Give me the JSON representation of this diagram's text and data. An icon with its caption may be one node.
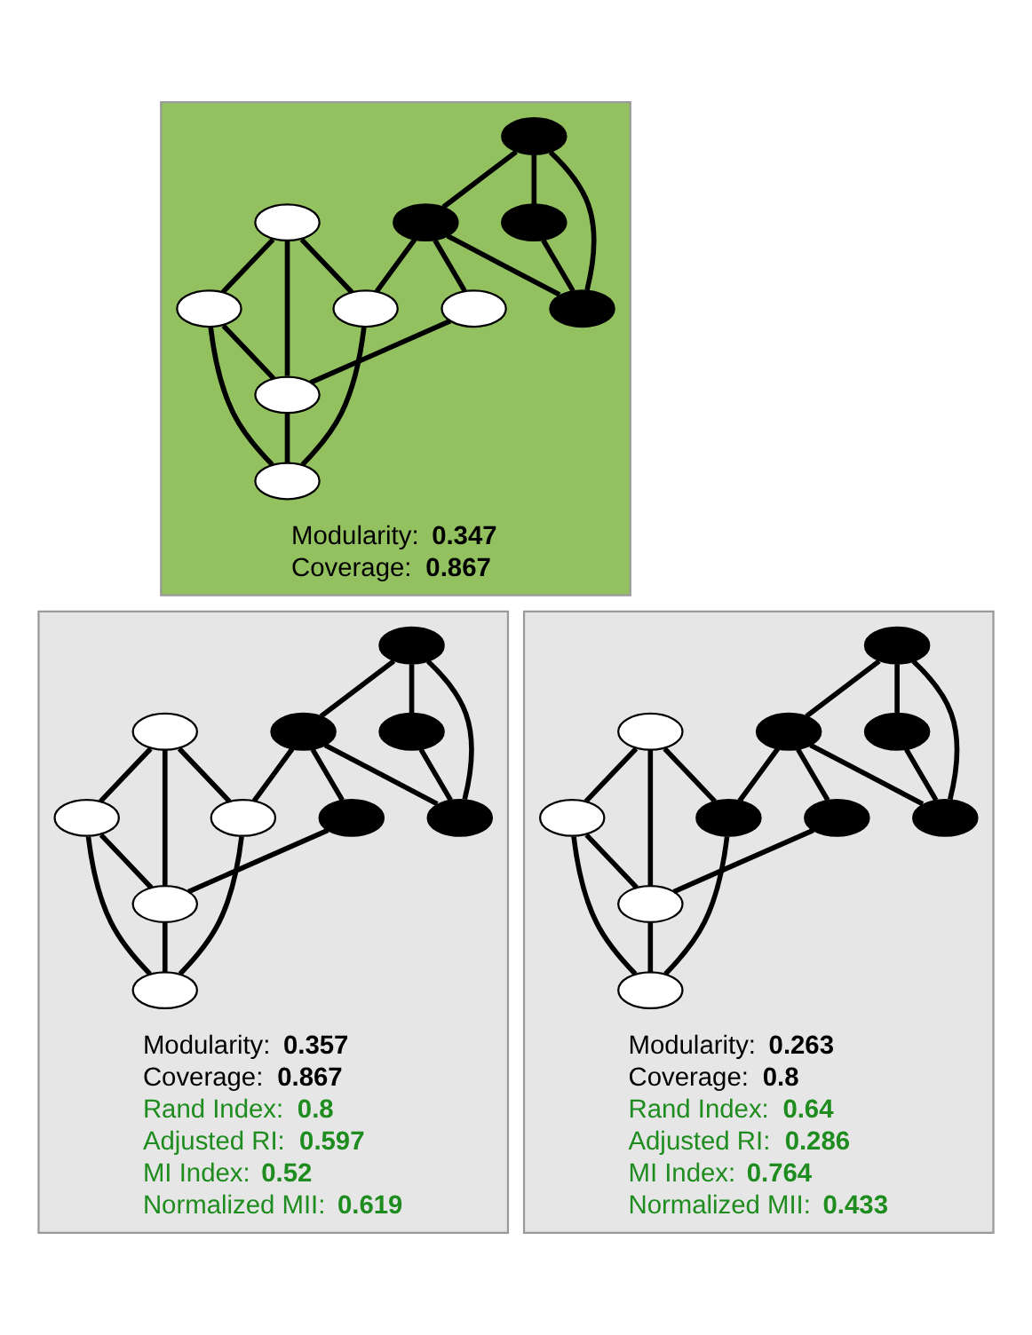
{
  "diagram": {
    "nodes": [
      {
        "text": [],
        "shape": "parallelogram",
        "beside": [
          "Modularity: 0.347",
          "Coverage: 0.867"
        ]
      },
      {
        "text": [],
        "shape": "circle",
        "in": 0
      },
      {
        "text": [],
        "shape": "circle",
        "in": 0
      },
      {
        "text": [],
        "shape": "circle",
        "in": 0
      },
      {
        "text": [],
        "shape": "circle",
        "in": 0
      },
      {
        "text": [],
        "shape": "circle",
        "in": 0
      },
      {
        "text": [],
        "shape": "circle",
        "in": 0
      },
      {
        "text": [],
        "shape": "circle",
        "in": 0
      },
      {
        "text": [],
        "shape": "circle",
        "in": 0
      },
      {
        "text": [],
        "shape": "circle",
        "in": 0
      },
      {
        "text": [],
        "shape": "circle",
        "in": 0
      },
      {
        "text": [],
        "shape": "parallelogram",
        "beside": [
          "Modularity: 0.357",
          "Coverage: 0.867",
          "Rand Index: 0.8",
          "Adjusted RI: 0.597",
          "MI Index: 0.52",
          "Normalized MII: 0.619"
        ]
      },
      {
        "text": [],
        "shape": "circle",
        "in": 11
      },
      {
        "text": [],
        "shape": "circle",
        "in": 11
      },
      {
        "text": [],
        "shape": "circle",
        "in": 11
      },
      {
        "text": [],
        "shape": "circle",
        "in": 11
      },
      {
        "text": [],
        "shape": "circle",
        "in": 11
      },
      {
        "text": [],
        "shape": "circle",
        "in": 11
      },
      {
        "text": [],
        "shape": "circle",
        "in": 11
      },
      {
        "text": [],
        "shape": "circle",
        "in": 11
      },
      {
        "text": [],
        "shape": "circle",
        "in": 11
      },
      {
        "text": [],
        "shape": "circle",
        "in": 11
      },
      {
        "text": [],
        "shape": "parallelogram",
        "beside": [
          "Modularity: 0.263",
          "Coverage: 0.8",
          "Rand Index: 0.64",
          "Adjusted RI: 0.286",
          "MI Index: 0.764",
          "Normalized MII: 0.433"
        ]
      },
      {
        "text": [],
        "shape": "circle",
        "in": 22
      },
      {
        "text": [],
        "shape": "circle",
        "in": 22
      },
      {
        "text": [],
        "shape": "circle",
        "in": 22
      },
      {
        "text": [],
        "shape": "circle",
        "in": 22
      },
      {
        "text": [],
        "shape": "circle",
        "in": 22
      },
      {
        "text": [],
        "shape": "circle",
        "in": 22
      },
      {
        "text": [],
        "shape": "circle",
        "in": 22
      },
      {
        "text": [],
        "shape": "circle",
        "in": 22
      },
      {
        "text": [],
        "shape": "circle",
        "in": 22
      },
      {
        "text": [],
        "shape": "circle",
        "in": 22
      }
    ],
    "edges": [
      {
        "from": 1,
        "to": 2,
        "arrow": "none"
      },
      {
        "from": 1,
        "to": 3,
        "arrow": "none"
      },
      {
        "from": 1,
        "to": 4,
        "arrow": "none"
      },
      {
        "from": 2,
        "to": 4,
        "arrow": "none"
      },
      {
        "from": 3,
        "to": 4,
        "arrow": "none"
      },
      {
        "from": 3,
        "to": 5,
        "arrow": "none"
      },
      {
        "from": 3,
        "to": 9,
        "arrow": "none"
      },
      {
        "from": 5,
        "to": 7,
        "arrow": "none"
      },
      {
        "from": 6,
        "to": 7,
        "arrow": "none"
      },
      {
        "from": 6,
        "to": 8,
        "arrow": "none"
      },
      {
        "from": 8,
        "to": 7,
        "arrow": "none"
      },
      {
        "from": 6,
        "to": 9,
        "arrow": "none"
      },
      {
        "from": 7,
        "to": 10,
        "arrow": "none"
      },
      {
        "from": 8,
        "to": 10,
        "arrow": "none"
      },
      {
        "from": 9,
        "to": 10,
        "arrow": "none"
      },
      {
        "from": 12,
        "to": 13,
        "arrow": "none"
      },
      {
        "from": 12,
        "to": 14,
        "arrow": "none"
      },
      {
        "from": 12,
        "to": 15,
        "arrow": "none"
      },
      {
        "from": 13,
        "to": 15,
        "arrow": "none"
      },
      {
        "from": 14,
        "to": 15,
        "arrow": "none"
      },
      {
        "from": 14,
        "to": 16,
        "arrow": "none"
      },
      {
        "from": 14,
        "to": 20,
        "arrow": "none"
      },
      {
        "from": 16,
        "to": 18,
        "arrow": "none"
      },
      {
        "from": 17,
        "to": 18,
        "arrow": "none"
      },
      {
        "from": 17,
        "to": 19,
        "arrow": "none"
      },
      {
        "from": 19,
        "to": 18,
        "arrow": "none"
      },
      {
        "from": 17,
        "to": 20,
        "arrow": "none"
      },
      {
        "from": 18,
        "to": 21,
        "arrow": "none"
      },
      {
        "from": 19,
        "to": 21,
        "arrow": "none"
      },
      {
        "from": 20,
        "to": 21,
        "arrow": "none"
      },
      {
        "from": 23,
        "to": 24,
        "arrow": "none"
      },
      {
        "from": 23,
        "to": 25,
        "arrow": "none"
      },
      {
        "from": 23,
        "to": 26,
        "arrow": "none"
      },
      {
        "from": 24,
        "to": 26,
        "arrow": "none"
      },
      {
        "from": 25,
        "to": 26,
        "arrow": "none"
      },
      {
        "from": 25,
        "to": 27,
        "arrow": "none"
      },
      {
        "from": 25,
        "to": 31,
        "arrow": "none"
      },
      {
        "from": 27,
        "to": 29,
        "arrow": "none"
      },
      {
        "from": 28,
        "to": 29,
        "arrow": "none"
      },
      {
        "from": 28,
        "to": 30,
        "arrow": "none"
      },
      {
        "from": 30,
        "to": 29,
        "arrow": "none"
      },
      {
        "from": 28,
        "to": 31,
        "arrow": "none"
      },
      {
        "from": 29,
        "to": 32,
        "arrow": "none"
      },
      {
        "from": 30,
        "to": 32,
        "arrow": "none"
      },
      {
        "from": 31,
        "to": 32,
        "arrow": "none"
      }
    ]
  }
}
